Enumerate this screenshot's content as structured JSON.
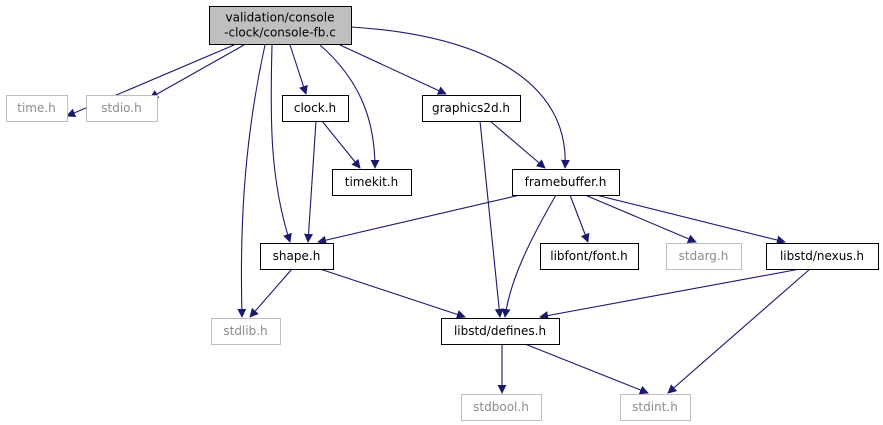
{
  "colors": {
    "edge": "#191970",
    "solid_border": "#000000",
    "solid_text": "#000000",
    "grey_border": "#bfbfbf",
    "grey_text": "#8c8c8c",
    "root_fill": "#bfbfbf"
  },
  "nodes": {
    "root": {
      "lines": [
        "validation/console",
        "-clock/console-fb.c"
      ],
      "style": "root"
    },
    "time": {
      "lines": [
        "time.h"
      ],
      "style": "grey"
    },
    "stdio": {
      "lines": [
        "stdio.h"
      ],
      "style": "grey"
    },
    "clock": {
      "lines": [
        "clock.h"
      ],
      "style": "solid"
    },
    "graphics2d": {
      "lines": [
        "graphics2d.h"
      ],
      "style": "solid"
    },
    "timekit": {
      "lines": [
        "timekit.h"
      ],
      "style": "solid"
    },
    "framebuffer": {
      "lines": [
        "framebuffer.h"
      ],
      "style": "solid"
    },
    "shape": {
      "lines": [
        "shape.h"
      ],
      "style": "solid"
    },
    "font": {
      "lines": [
        "libfont/font.h"
      ],
      "style": "solid"
    },
    "stdarg": {
      "lines": [
        "stdarg.h"
      ],
      "style": "grey"
    },
    "nexus": {
      "lines": [
        "libstd/nexus.h"
      ],
      "style": "solid"
    },
    "stdlib": {
      "lines": [
        "stdlib.h"
      ],
      "style": "grey"
    },
    "defines": {
      "lines": [
        "libstd/defines.h"
      ],
      "style": "solid"
    },
    "stdbool": {
      "lines": [
        "stdbool.h"
      ],
      "style": "grey"
    },
    "stdint": {
      "lines": [
        "stdint.h"
      ],
      "style": "grey"
    }
  },
  "edges": [
    [
      "root",
      "time"
    ],
    [
      "root",
      "stdio"
    ],
    [
      "root",
      "clock"
    ],
    [
      "root",
      "timekit"
    ],
    [
      "root",
      "graphics2d"
    ],
    [
      "root",
      "framebuffer"
    ],
    [
      "root",
      "shape"
    ],
    [
      "root",
      "stdlib"
    ],
    [
      "clock",
      "timekit"
    ],
    [
      "clock",
      "shape"
    ],
    [
      "graphics2d",
      "framebuffer"
    ],
    [
      "graphics2d",
      "defines"
    ],
    [
      "framebuffer",
      "shape"
    ],
    [
      "framebuffer",
      "font"
    ],
    [
      "framebuffer",
      "stdarg"
    ],
    [
      "framebuffer",
      "nexus"
    ],
    [
      "framebuffer",
      "defines"
    ],
    [
      "shape",
      "stdlib"
    ],
    [
      "shape",
      "defines"
    ],
    [
      "nexus",
      "defines"
    ],
    [
      "nexus",
      "stdint"
    ],
    [
      "defines",
      "stdbool"
    ],
    [
      "defines",
      "stdint"
    ]
  ]
}
